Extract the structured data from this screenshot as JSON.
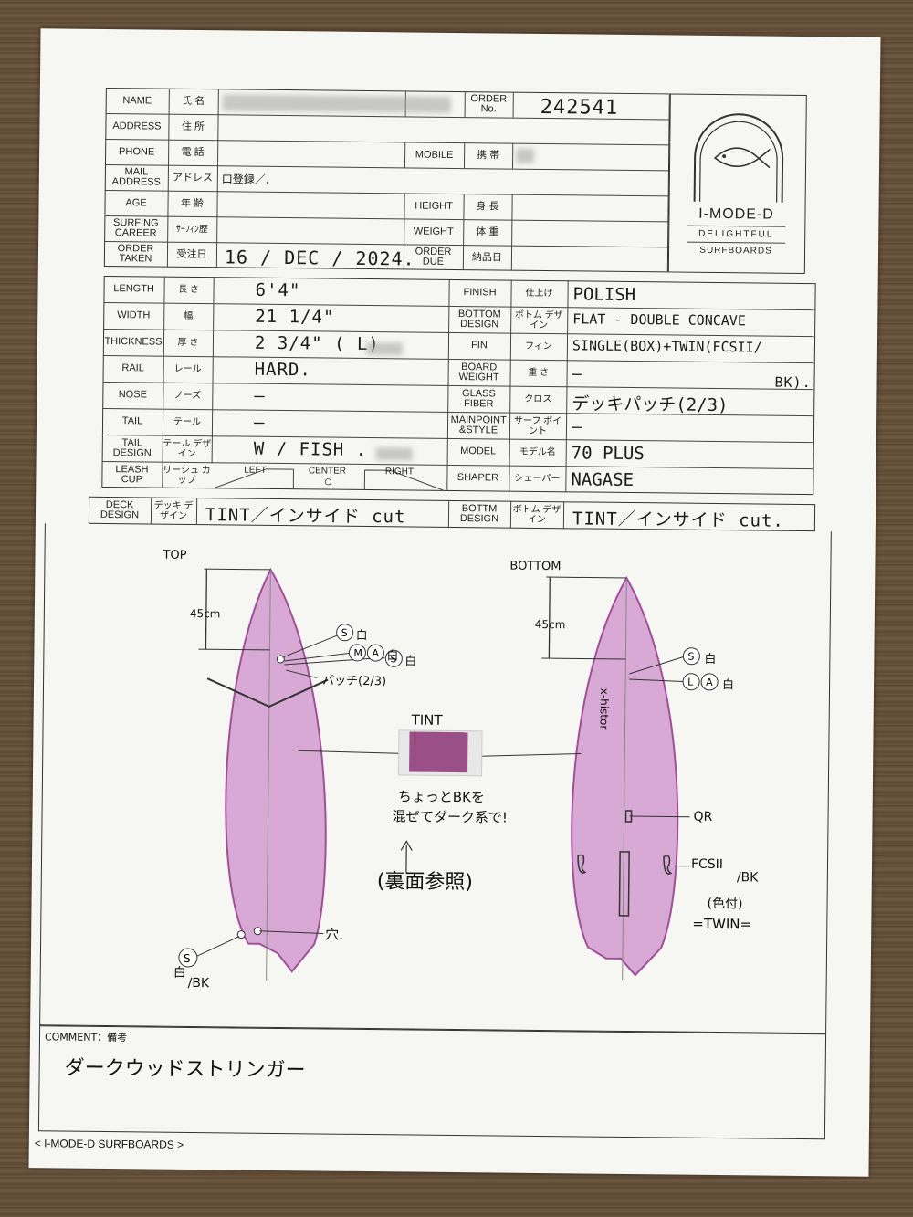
{
  "header": {
    "name_en": "NAME",
    "name_jp": "氏 名",
    "address_en": "ADDRESS",
    "address_jp": "住 所",
    "phone_en": "PHONE",
    "phone_jp": "電 話",
    "mail_en": "MAIL ADDRESS",
    "mail_jp": "アドレス",
    "mail_value": "口登録／.",
    "age_en": "AGE",
    "age_jp": "年 齢",
    "career_en": "SURFING CAREER",
    "career_jp": "ｻｰﾌｨﾝ歴",
    "taken_en": "ORDER TAKEN",
    "taken_jp": "受注日",
    "taken_value": "16 / DEC / 2024.",
    "order_no_label": "ORDER No.",
    "order_no_value": "242541",
    "mobile_en": "MOBILE",
    "mobile_jp": "携 帯",
    "height_en": "HEIGHT",
    "height_jp": "身 長",
    "weight_en": "WEIGHT",
    "weight_jp": "体 重",
    "due_en": "ORDER DUE",
    "due_jp": "納品日"
  },
  "logo": {
    "brand": "I-MODE-D",
    "tag1": "DELIGHTFUL",
    "tag2": "SURFBOARDS"
  },
  "specs_left": [
    {
      "en": "LENGTH",
      "jp": "長 さ",
      "value": "6'4\""
    },
    {
      "en": "WIDTH",
      "jp": "幅",
      "value": "21 1/4\""
    },
    {
      "en": "THICKNESS",
      "jp": "厚 さ",
      "value": "2 3/4\"  (      L)"
    },
    {
      "en": "RAIL",
      "jp": "レール",
      "value": "HARD."
    },
    {
      "en": "NOSE",
      "jp": "ノーズ",
      "value": "–"
    },
    {
      "en": "TAIL",
      "jp": "テール",
      "value": "–"
    },
    {
      "en": "TAIL DESIGN",
      "jp": "テール デザイン",
      "value": "W / FISH     ."
    },
    {
      "en": "LEASH CUP",
      "jp": "リーシュ カップ",
      "value": ""
    }
  ],
  "leash": {
    "left": "LEFT",
    "center": "CENTER",
    "right": "RIGHT",
    "mark": "○"
  },
  "specs_right": [
    {
      "en": "FINISH",
      "jp": "仕上げ",
      "value": "POLISH"
    },
    {
      "en": "BOTTOM DESIGN",
      "jp": "ボトム デザイン",
      "value": "FLAT - DOUBLE CONCAVE"
    },
    {
      "en": "FIN",
      "jp": "フィン",
      "value": "SINGLE(BOX)+TWIN(FCSII/"
    },
    {
      "en": "BOARD WEIGHT",
      "jp": "重 さ",
      "value": "–"
    },
    {
      "en": "GLASS FIBER",
      "jp": "クロス",
      "value": "デッキパッチ(2/3)"
    },
    {
      "en": "MAINPOINT &STYLE",
      "jp": "サーフ ポイント",
      "value": "–"
    },
    {
      "en": "MODEL",
      "jp": "モデル名",
      "value": "70 PLUS"
    },
    {
      "en": "SHAPER",
      "jp": "シェーパー",
      "value": "NAGASE"
    }
  ],
  "fin_suffix": "BK).",
  "design": {
    "deck_en": "DECK DESIGN",
    "deck_jp": "デッキ デザイン",
    "deck_value": "TINT／インサイド cut",
    "bottom_en": "BOTTM DESIGN",
    "bottom_jp": "ボトム デザイン",
    "bottom_value": "TINT／インサイド cut."
  },
  "drawing": {
    "top_label": "TOP",
    "bottom_label": "BOTTOM",
    "top_dim": "45cm",
    "bottom_dim": "45cm",
    "tint_label": "TINT",
    "tint_note1": "ちょっとBKを",
    "tint_note2": "混ぜてダーク系で!",
    "ref_note": "(裏面参照)",
    "top_s1": "白",
    "top_ma": "白",
    "top_s2": "白",
    "patch_note": "パッチ(2/3)",
    "hole_note": "穴.",
    "tail_note1": "白",
    "tail_note2": "/BK",
    "bot_s": "白",
    "bot_la": "白",
    "qr_note": "QR",
    "fcs_note1": "FCSII",
    "fcs_note2": "/BK",
    "fcs_note3": "(色付)",
    "twin_note": "=TWIN=",
    "stringer_text": "x-histor",
    "tint_color": "#9a4f86",
    "board_color": "#d9a9d6"
  },
  "comment": {
    "label": "COMMENT：備考",
    "value": "ダークウッドストリンガー"
  },
  "footer": "< I-MODE-D SURFBOARDS >"
}
